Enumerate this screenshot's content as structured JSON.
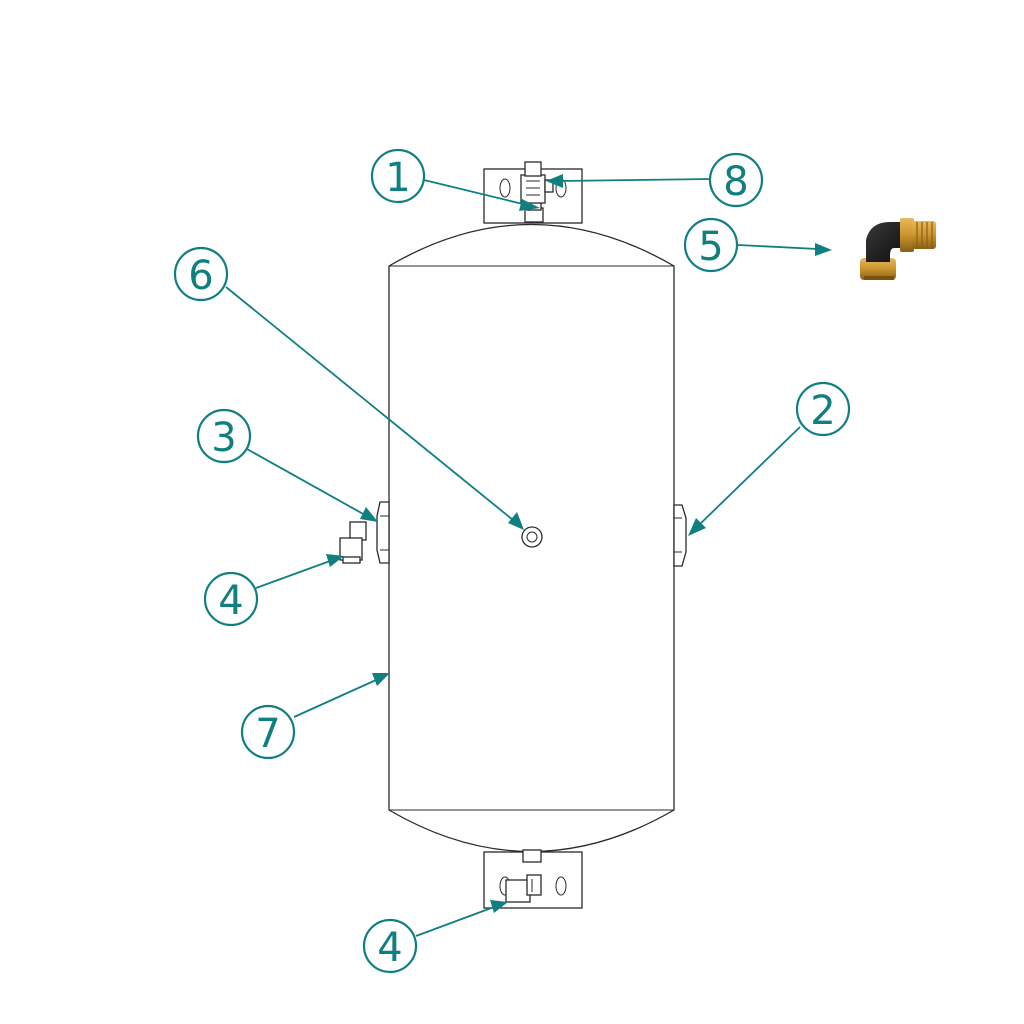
{
  "diagram": {
    "callouts": [
      {
        "id": "callout-1",
        "label": "1"
      },
      {
        "id": "callout-8",
        "label": "8"
      },
      {
        "id": "callout-5",
        "label": "5"
      },
      {
        "id": "callout-6",
        "label": "6"
      },
      {
        "id": "callout-2",
        "label": "2"
      },
      {
        "id": "callout-3",
        "label": "3"
      },
      {
        "id": "callout-4-left",
        "label": "4"
      },
      {
        "id": "callout-7",
        "label": "7"
      },
      {
        "id": "callout-4-bottom",
        "label": "4"
      }
    ],
    "colors": {
      "callout": "#0f7f80",
      "line": "#2a2a2a",
      "fitting_brass": "#c9952e",
      "fitting_black": "#1a1a1a"
    }
  }
}
